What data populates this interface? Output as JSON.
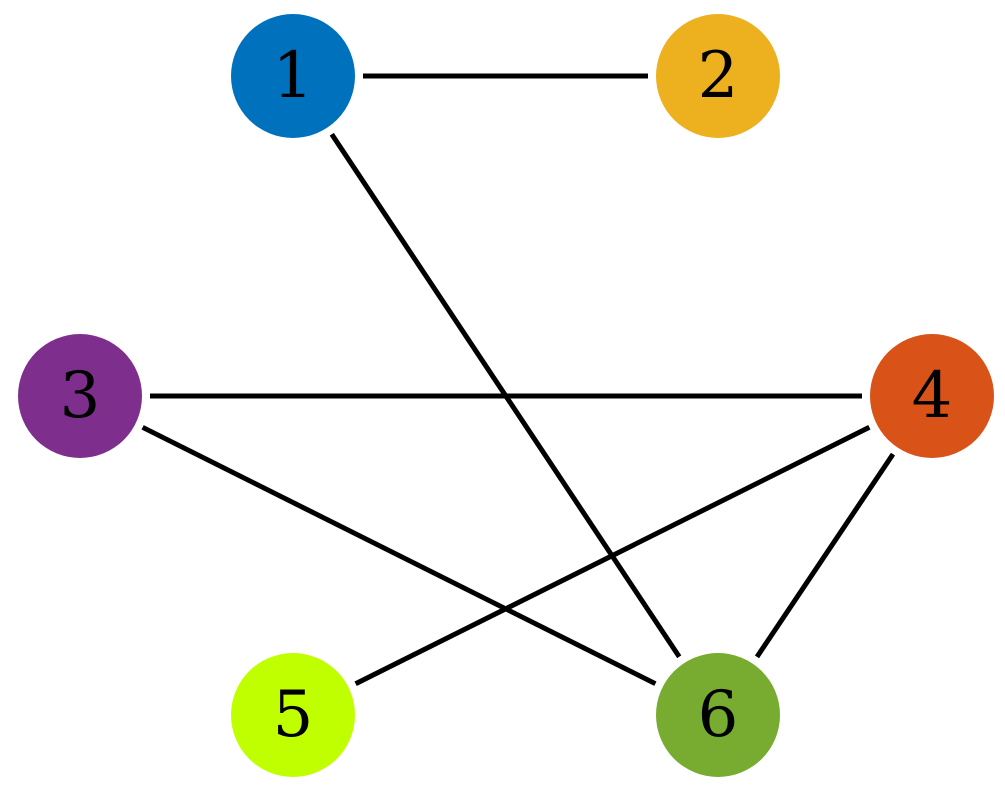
{
  "nodes": [
    {
      "id": "1",
      "label": "1",
      "color": "#0072BD"
    },
    {
      "id": "2",
      "label": "2",
      "color": "#EDB120"
    },
    {
      "id": "3",
      "label": "3",
      "color": "#7E2F8E"
    },
    {
      "id": "4",
      "label": "4",
      "color": "#D95319"
    },
    {
      "id": "5",
      "label": "5",
      "color": "#BFFF00"
    },
    {
      "id": "6",
      "label": "6",
      "color": "#77AC30"
    }
  ],
  "edges": [
    {
      "source": "1",
      "target": "2"
    },
    {
      "source": "1",
      "target": "6"
    },
    {
      "source": "3",
      "target": "4"
    },
    {
      "source": "3",
      "target": "6"
    },
    {
      "source": "4",
      "target": "5"
    },
    {
      "source": "4",
      "target": "6"
    }
  ]
}
